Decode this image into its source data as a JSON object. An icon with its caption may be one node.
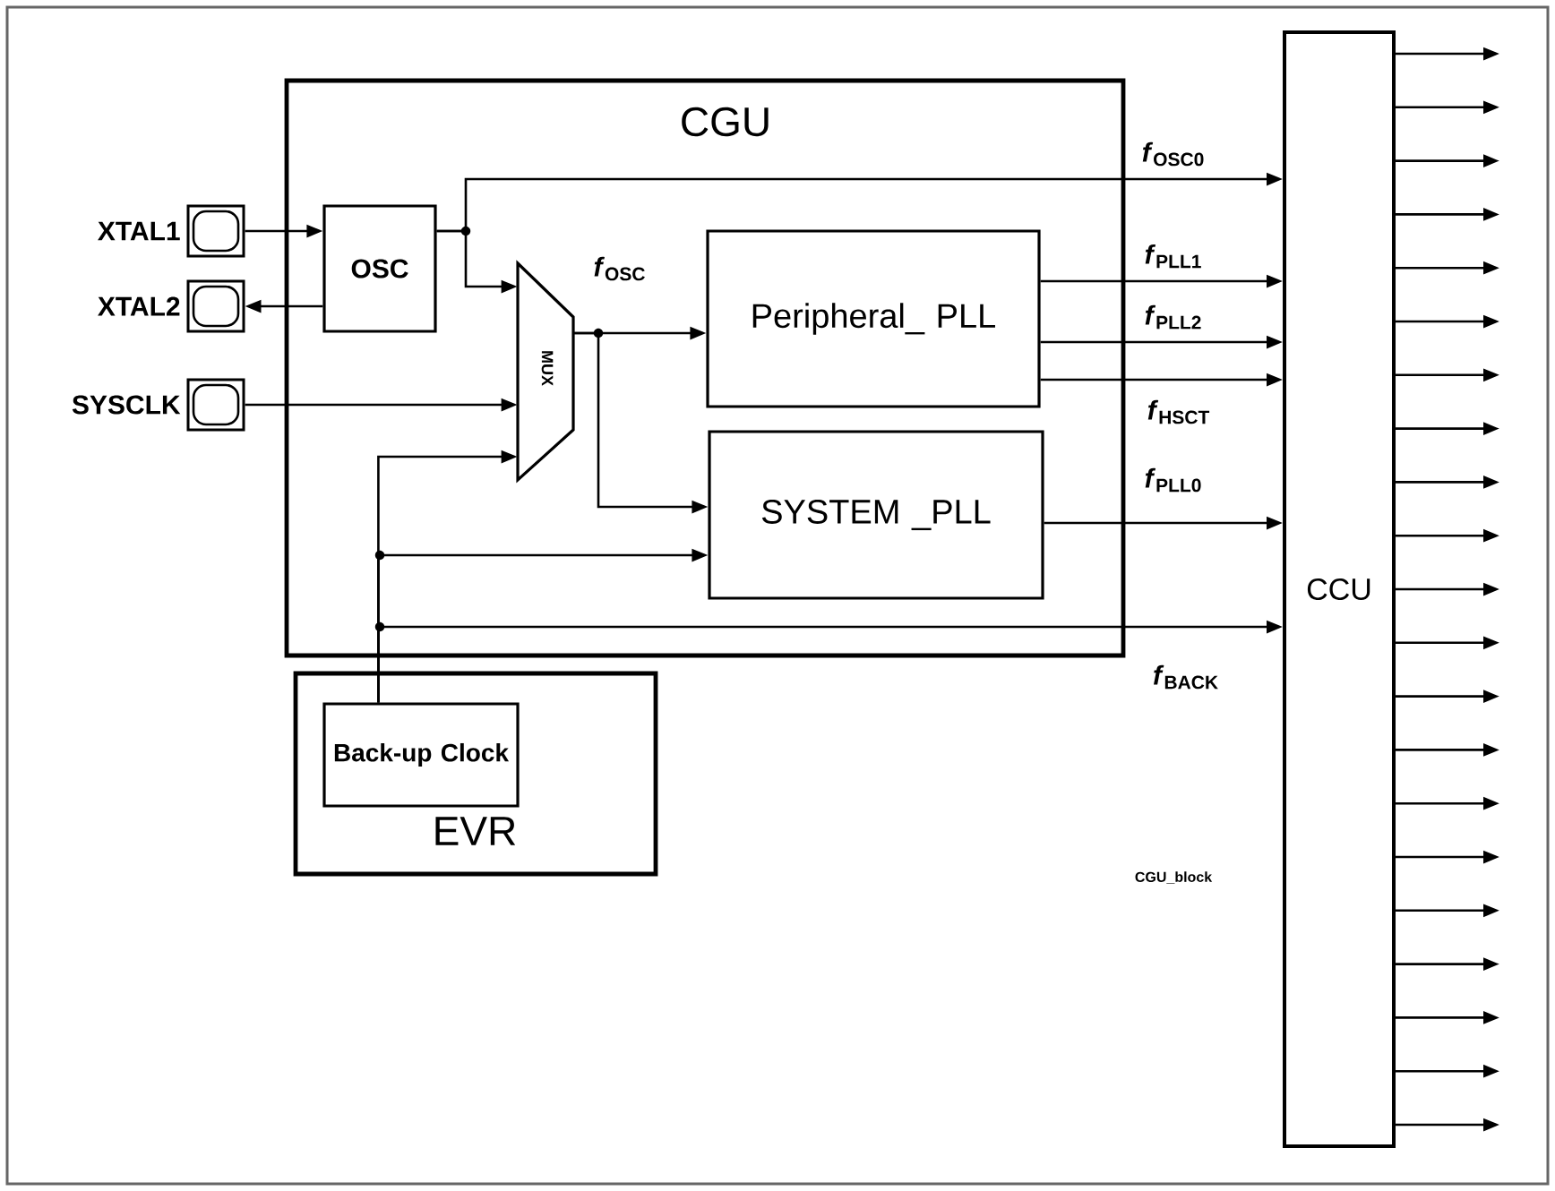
{
  "diagram": {
    "nodes": [
      {
        "text": [],
        "shape": "box",
        "beside": [
          "XTAL1"
        ]
      },
      {
        "text": [],
        "shape": "box",
        "beside": [
          "XTAL2"
        ]
      },
      {
        "text": [],
        "shape": "box",
        "beside": [
          "SYSCLK"
        ]
      },
      {
        "text": [
          "CGU"
        ]
      },
      {
        "text": [
          "OSC"
        ],
        "in": 3
      },
      {
        "text": [
          "MUX"
        ],
        "in": 3
      },
      {
        "text": [
          "Peripheral_ PLL"
        ],
        "in": 3
      },
      {
        "text": [
          "SYSTEM _PLL"
        ],
        "in": 3
      },
      {
        "text": [
          "CCU"
        ]
      },
      {
        "text": [
          "EVR"
        ]
      },
      {
        "text": [
          "Back-up Clock"
        ],
        "in": 9
      }
    ],
    "edges": [
      {
        "from": 0,
        "to": 4,
        "arrow": "to"
      },
      {
        "from": 4,
        "to": 1,
        "arrow": "to"
      },
      {
        "from": 2,
        "to": 5,
        "arrow": "to"
      },
      {
        "from": 4,
        "to": 5,
        "arrow": "to"
      },
      {
        "from": 4,
        "to": 8,
        "arrow": "to",
        "label": "*f*$_{OSC0}$"
      },
      {
        "from": 5,
        "to": 6,
        "arrow": "to",
        "label": "*f*$_{OSC}$"
      },
      {
        "from": 5,
        "to": 7,
        "arrow": "to"
      },
      {
        "from": 10,
        "to": 5,
        "arrow": "to"
      },
      {
        "from": 10,
        "to": 7,
        "arrow": "to"
      },
      {
        "from": 10,
        "to": 8,
        "arrow": "to",
        "label": "*f*$_{BACK}$"
      },
      {
        "from": 6,
        "to": 8,
        "arrow": "to",
        "label": "*f*$_{PLL1}$"
      },
      {
        "from": 6,
        "to": 8,
        "arrow": "to",
        "label": "*f*$_{PLL2}$"
      },
      {
        "from": 6,
        "to": 8,
        "arrow": "to",
        "label": "*f*$_{HSCT}$"
      },
      {
        "from": 7,
        "to": 8,
        "arrow": "to",
        "label": "*f*$_{PLL0}$"
      },
      {
        "from": 8,
        "to": null,
        "arrow": "to"
      },
      {
        "from": 8,
        "to": null,
        "arrow": "to"
      },
      {
        "from": 8,
        "to": null,
        "arrow": "to"
      },
      {
        "from": 8,
        "to": null,
        "arrow": "to"
      },
      {
        "from": 8,
        "to": null,
        "arrow": "to"
      },
      {
        "from": 8,
        "to": null,
        "arrow": "to"
      },
      {
        "from": 8,
        "to": null,
        "arrow": "to"
      },
      {
        "from": 8,
        "to": null,
        "arrow": "to"
      },
      {
        "from": 8,
        "to": null,
        "arrow": "to"
      },
      {
        "from": 8,
        "to": null,
        "arrow": "to"
      },
      {
        "from": 8,
        "to": null,
        "arrow": "to"
      },
      {
        "from": 8,
        "to": null,
        "arrow": "to"
      },
      {
        "from": 8,
        "to": null,
        "arrow": "to"
      },
      {
        "from": 8,
        "to": null,
        "arrow": "to"
      },
      {
        "from": 8,
        "to": null,
        "arrow": "to"
      },
      {
        "from": 8,
        "to": null,
        "arrow": "to"
      },
      {
        "from": 8,
        "to": null,
        "arrow": "to"
      },
      {
        "from": 8,
        "to": null,
        "arrow": "to"
      },
      {
        "from": 8,
        "to": null,
        "arrow": "to"
      },
      {
        "from": 8,
        "to": null,
        "arrow": "to"
      },
      {
        "from": 8,
        "to": null,
        "arrow": "to"
      }
    ],
    "labels": [
      "CGU_block"
    ]
  }
}
